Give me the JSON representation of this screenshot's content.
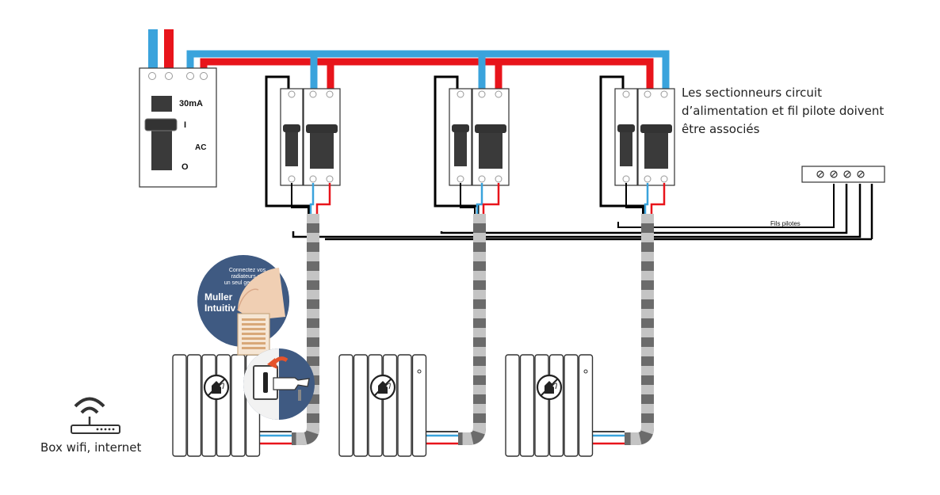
{
  "colors": {
    "phase": "#e8141b",
    "neutral": "#3aa3dc",
    "pilot_wire": "#000000",
    "cable_dark": "#6b6b6b",
    "cable_light": "#c4c4c4",
    "breaker_handle": "#3a3a3a",
    "ad_circle": "#3f5a82"
  },
  "main_breaker": {
    "rating": "30mA",
    "on_mark": "I",
    "off_mark": "O",
    "type": "AC"
  },
  "note": {
    "lines": [
      "Les sectionneurs circuit",
      "d’alimentation et fil pilote doivent",
      "être associés"
    ]
  },
  "pilot_bus_label": "Fils pilotes",
  "router": {
    "label": "Box wifi, internet",
    "icon": "wifi-router-icon"
  },
  "module_ad": {
    "lines": [
      "Connectez vos",
      "radiateurs en",
      "un seul geste avec"
    ],
    "brand_line1": "Muller",
    "brand_line2": "Intuitiv"
  },
  "radiator_icon": "flame-leaf-icon"
}
